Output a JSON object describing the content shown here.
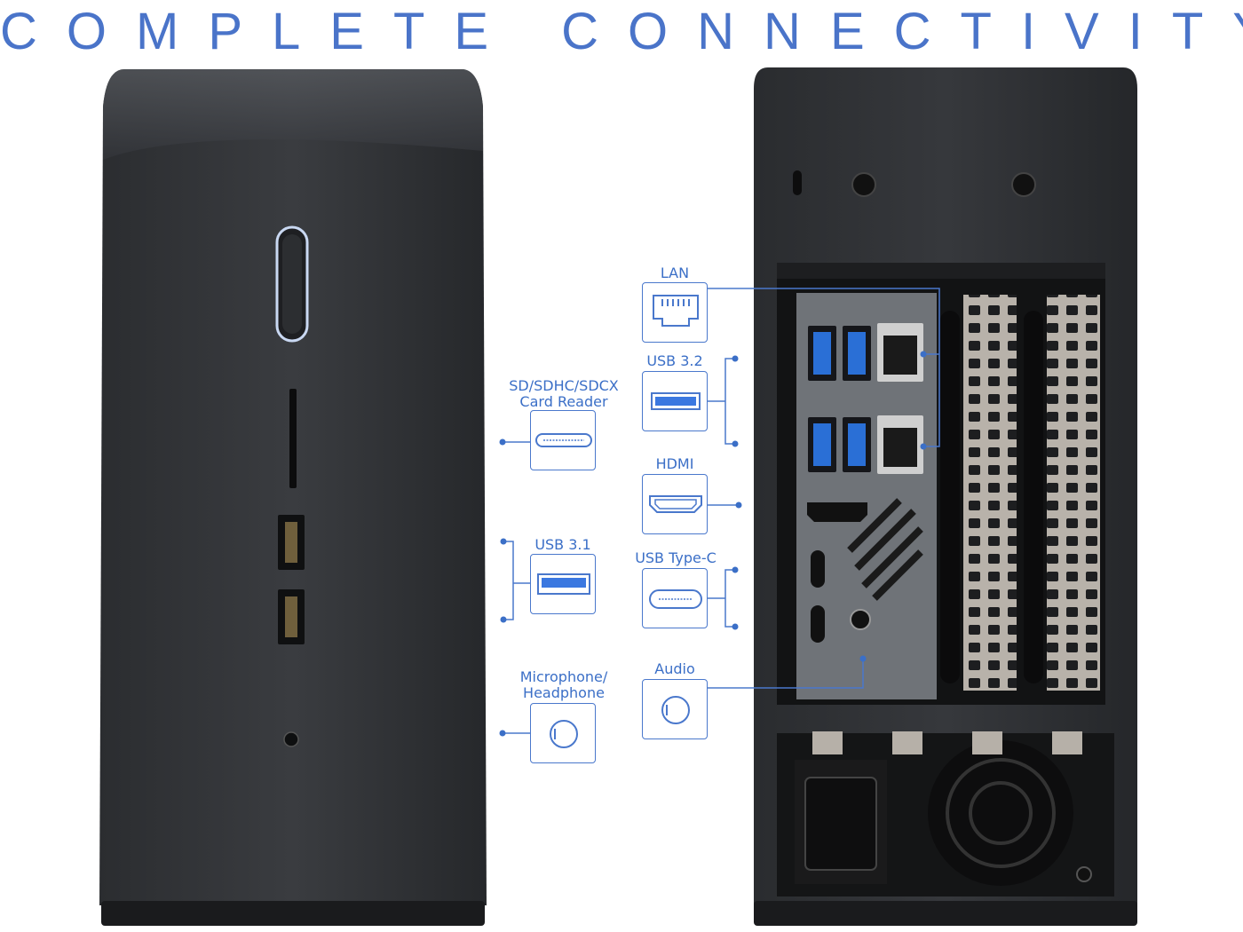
{
  "headline": "COMPLETE CONNECTIVITY",
  "callouts": {
    "lan": "LAN",
    "usb32": "USB 3.2",
    "hdmi": "HDMI",
    "usb_typec": "USB Type-C",
    "audio": "Audio",
    "card_reader_line1": "SD/SDHC/SDCX",
    "card_reader_line2": "Card Reader",
    "usb31": "USB 3.1",
    "mic_line1": "Microphone/",
    "mic_line2": "Headphone"
  },
  "colors": {
    "accent_blue": "#3b6fc7",
    "chassis": "#2a2c2f"
  }
}
